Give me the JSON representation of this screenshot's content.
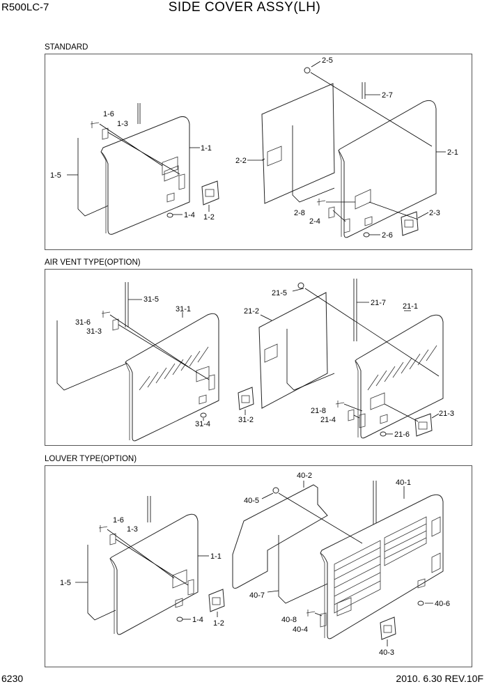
{
  "header": {
    "model": "R500LC-7",
    "title": "SIDE COVER ASSY(LH)"
  },
  "sections": {
    "standard": {
      "label": "STANDARD"
    },
    "air_vent": {
      "label": "AIR VENT TYPE(OPTION)"
    },
    "louver": {
      "label": "LOUVER TYPE(OPTION)"
    }
  },
  "parts": {
    "p1_1": "1-1",
    "p1_2": "1-2",
    "p1_3": "1-3",
    "p1_4": "1-4",
    "p1_5": "1-5",
    "p1_6": "1-6",
    "p2_1": "2-1",
    "p2_2": "2-2",
    "p2_3": "2-3",
    "p2_4": "2-4",
    "p2_5": "2-5",
    "p2_6": "2-6",
    "p2_7": "2-7",
    "p2_8": "2-8",
    "p31_1": "31-1",
    "p31_2": "31-2",
    "p31_3": "31-3",
    "p31_4": "31-4",
    "p31_5": "31-5",
    "p31_6": "31-6",
    "p21_1": "21-1",
    "p21_2": "21-2",
    "p21_3": "21-3",
    "p21_4": "21-4",
    "p21_5": "21-5",
    "p21_6": "21-6",
    "p21_7": "21-7",
    "p21_8": "21-8",
    "l1_1": "1-1",
    "l1_2": "1-2",
    "l1_3": "1-3",
    "l1_4": "1-4",
    "l1_5": "1-5",
    "l1_6": "1-6",
    "p40_1": "40-1",
    "p40_2": "40-2",
    "p40_3": "40-3",
    "p40_4": "40-4",
    "p40_5": "40-5",
    "p40_6": "40-6",
    "p40_7": "40-7",
    "p40_8": "40-8"
  },
  "footer": {
    "page": "6230",
    "date_rev": "2010. 6.30  REV.10F"
  }
}
